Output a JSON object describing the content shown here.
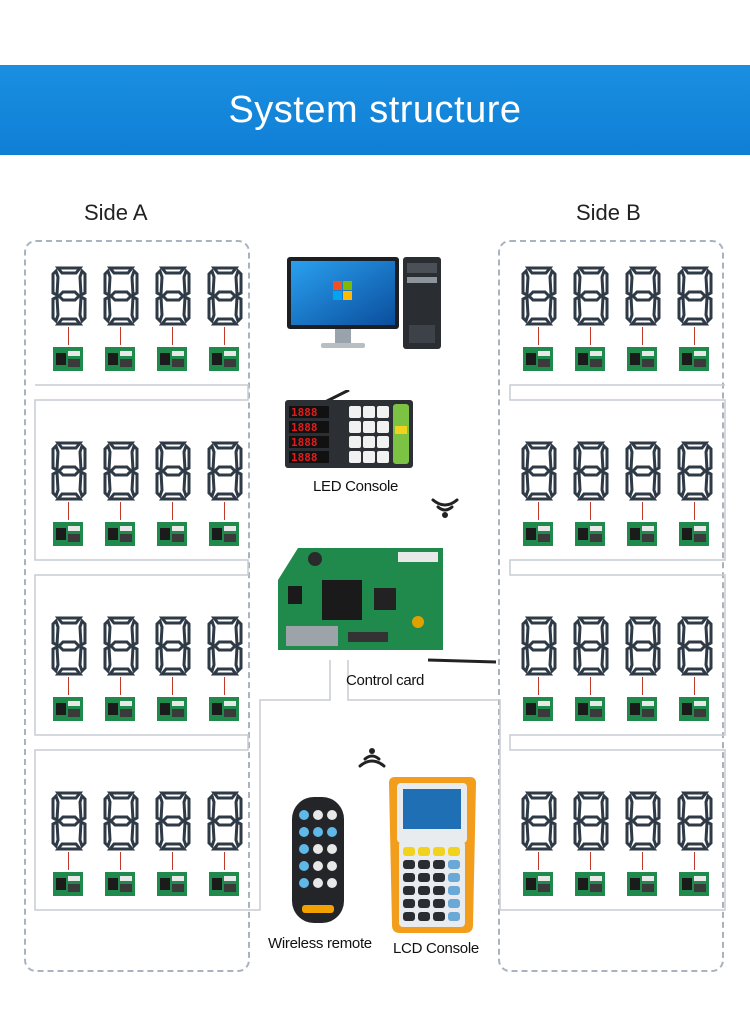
{
  "banner": {
    "title": "System structure"
  },
  "sides": {
    "a": {
      "label": "Side A"
    },
    "b": {
      "label": "Side B"
    }
  },
  "display_digit": "8",
  "devices": {
    "led_console": {
      "label": "LED Console",
      "readouts": [
        "1888",
        "1888",
        "1888",
        "1888"
      ]
    },
    "control_card": {
      "label": "Control card"
    },
    "wireless_remote": {
      "label": "Wireless remote"
    },
    "lcd_console": {
      "label": "LCD Console"
    }
  },
  "colors": {
    "banner": "#0f7fd6",
    "segment": "#2f3a47",
    "board": "#1f8a4c",
    "wire": "#c7ccd1",
    "led_red": "#e11d1d"
  }
}
